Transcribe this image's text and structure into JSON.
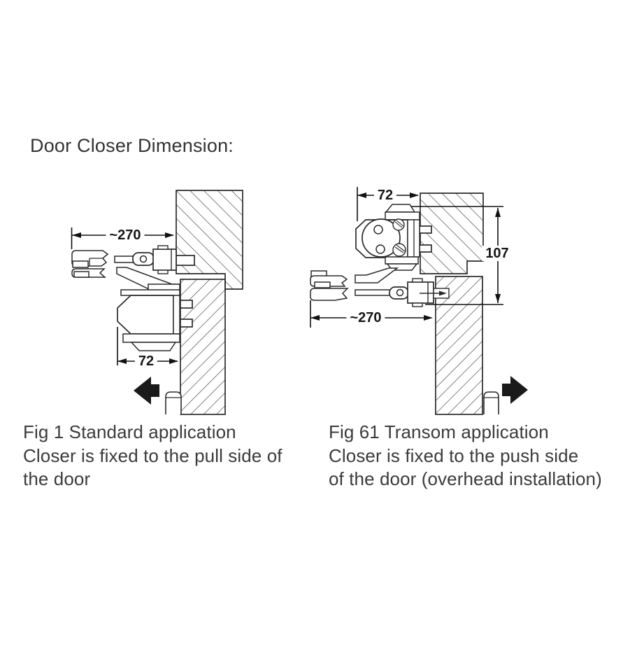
{
  "title": "Door Closer Dimension:",
  "fig1": {
    "dim_arm_length": "~270",
    "dim_body_depth": "72",
    "caption_line1": "Fig 1 Standard application",
    "caption_line2": "Closer is fixed to the pull side of",
    "caption_line3": "the door"
  },
  "fig61": {
    "dim_body_depth": "72",
    "dim_height": "107",
    "dim_arm_length": "~270",
    "caption_line1": "Fig 61 Transom application",
    "caption_line2": "Closer is fixed to the push side",
    "caption_line3": "of the door (overhead installation)"
  },
  "colors": {
    "line": "#2a2a2a",
    "hatch": "#4d4d4d",
    "text": "#3b3b3b",
    "dimension_arrow": "#111111",
    "swing_arrow": "#1a1a1a",
    "background": "#ffffff"
  }
}
